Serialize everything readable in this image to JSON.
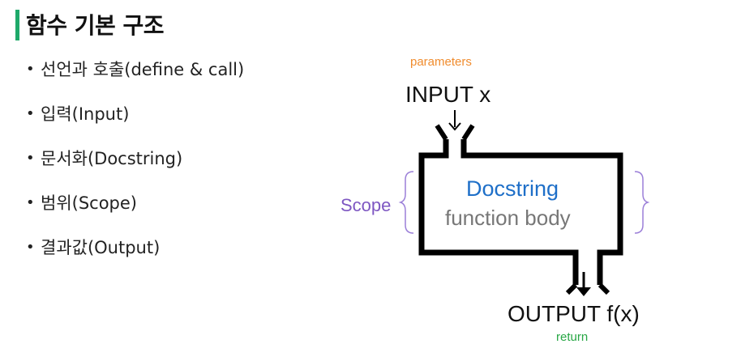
{
  "title": "함수 기본 구조",
  "bullets": [
    "선언과 호출(define & call)",
    "입력(Input)",
    "문서화(Docstring)",
    "범위(Scope)",
    "결과값(Output)"
  ],
  "diagram": {
    "parameters_label": "parameters",
    "input_label": "INPUT x",
    "scope_label": "Scope",
    "docstring_label": "Docstring",
    "body_label": "function body",
    "output_label": "OUTPUT f(x)",
    "return_label": "return"
  },
  "colors": {
    "accent_bar": "#1ea96a",
    "parameters": "#f08c2e",
    "scope": "#7e57c2",
    "docstring": "#1e6fc8",
    "return": "#28a745"
  }
}
